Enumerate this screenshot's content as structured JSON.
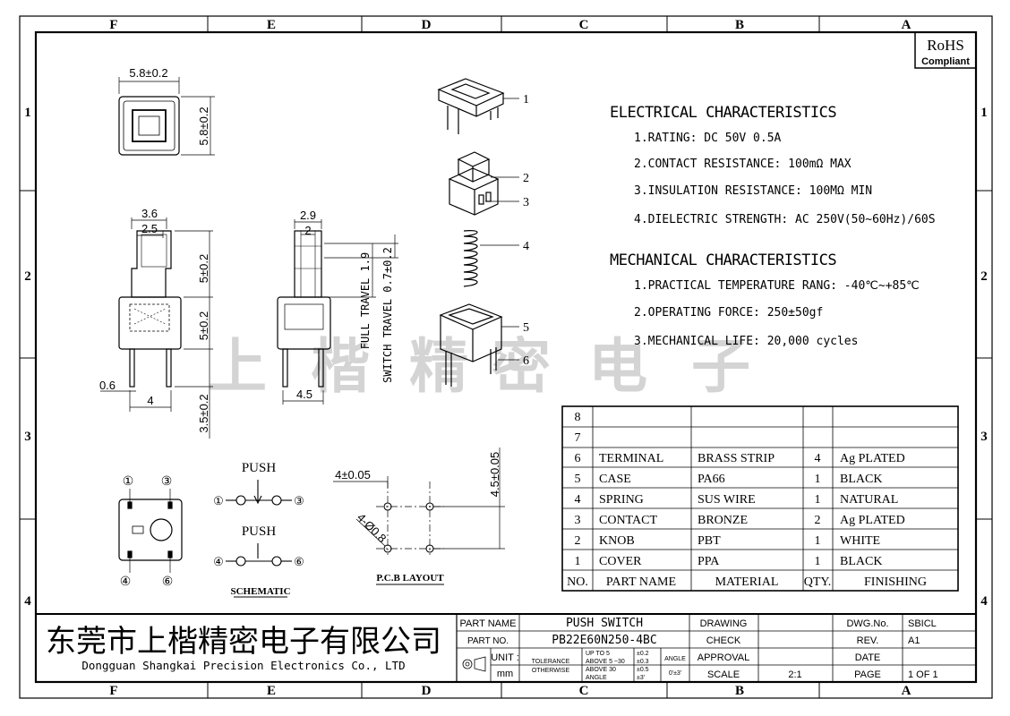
{
  "zones": {
    "columns": [
      "F",
      "E",
      "D",
      "C",
      "B",
      "A"
    ],
    "rows": [
      "1",
      "2",
      "3",
      "4"
    ]
  },
  "rohs": {
    "line1": "RoHS",
    "line2": "Compliant"
  },
  "watermark": [
    "上",
    "楷",
    "精",
    "密",
    "电",
    "子"
  ],
  "drawing": {
    "top_dims": {
      "width": "5.8±0.2",
      "height": "5.8±0.2"
    },
    "front_dims": {
      "outer": "3.6",
      "inner": "2.5",
      "upper": "5±0.2",
      "lower": "5±0.2",
      "pin_width": "0.6",
      "pin_spacing": "4",
      "pin_length": "3.5±0.2"
    },
    "side_dims": {
      "outer": "2.9",
      "inner": "2",
      "pin_spacing": "4.5",
      "full_travel": "FULL TRAVEL 1.9",
      "switch_travel": "SWITCH TRAVEL 0.7±0.2"
    },
    "part_numbers": [
      "1",
      "2",
      "3",
      "4",
      "5",
      "6"
    ],
    "schematic": {
      "push1": "PUSH",
      "push2": "PUSH",
      "pins": [
        "①",
        "③",
        "④",
        "⑥"
      ],
      "label": "SCHEMATIC"
    },
    "pcb": {
      "dim_x": "4±0.05",
      "dim_y": "4.5±0.05",
      "hole": "4-Ø0.8",
      "label": "P.C.B LAYOUT"
    }
  },
  "electrical": {
    "title": "ELECTRICAL CHARACTERISTICS",
    "items": [
      "1.RATING: DC 50V 0.5A",
      "2.CONTACT RESISTANCE: 100mΩ MAX",
      "3.INSULATION RESISTANCE: 100MΩ MIN",
      "4.DIELECTRIC STRENGTH: AC 250V(50~60Hz)/60S"
    ]
  },
  "mechanical": {
    "title": "MECHANICAL CHARACTERISTICS",
    "items": [
      "1.PRACTICAL TEMPERATURE RANG: -40℃~+85℃",
      "2.OPERATING FORCE: 250±50gf",
      "3.MECHANICAL LIFE: 20,000 cycles"
    ]
  },
  "bom": {
    "header": {
      "no": "NO.",
      "part": "PART NAME",
      "material": "MATERIAL",
      "qty": "QTY.",
      "finish": "FINISHING"
    },
    "rows": [
      {
        "no": "8",
        "part": "",
        "material": "",
        "qty": "",
        "finish": ""
      },
      {
        "no": "7",
        "part": "",
        "material": "",
        "qty": "",
        "finish": ""
      },
      {
        "no": "6",
        "part": "TERMINAL",
        "material": "BRASS STRIP",
        "qty": "4",
        "finish": "Ag PLATED"
      },
      {
        "no": "5",
        "part": "CASE",
        "material": "PA66",
        "qty": "1",
        "finish": "BLACK"
      },
      {
        "no": "4",
        "part": "SPRING",
        "material": "SUS WIRE",
        "qty": "1",
        "finish": "NATURAL"
      },
      {
        "no": "3",
        "part": "CONTACT",
        "material": "BRONZE",
        "qty": "2",
        "finish": "Ag PLATED"
      },
      {
        "no": "2",
        "part": "KNOB",
        "material": "PBT",
        "qty": "1",
        "finish": "WHITE"
      },
      {
        "no": "1",
        "part": "COVER",
        "material": "PPA",
        "qty": "1",
        "finish": "BLACK"
      }
    ]
  },
  "title_block": {
    "company_cn": "东莞市上楷精密电子有限公司",
    "company_en": "Dongguan Shangkai Precision Electronics Co., LTD",
    "part_name_label": "PART NAME",
    "part_name": "PUSH SWITCH",
    "part_no_label": "PART NO.",
    "part_no": "PB22E60N250-4BC",
    "unit_label": "UNIT :",
    "unit": "mm",
    "tolerance_label": "TOLERANCE",
    "otherwise_label": "OTHERWISE",
    "tol_row1": "UP TO 5",
    "tol_row2": "ABOVE 5 ~30",
    "tol_row3": "ABOVE 30",
    "tol_val1": "±0.2",
    "tol_val2": "±0.3",
    "tol_val3": "±0.5",
    "angle_label1": "ANGLE",
    "angle_label2": "ANGLE",
    "angle_val": "±3'",
    "angle_tol": "0'±3'",
    "drawing_label": "DRAWING",
    "check_label": "CHECK",
    "approval_label": "APPROVAL",
    "scale_label": "SCALE",
    "scale": "2:1",
    "dwg_label": "DWG.No.",
    "dwg": "SBICL",
    "rev_label": "REV.",
    "rev": "A1",
    "date_label": "DATE",
    "page_label": "PAGE",
    "page": "1 OF 1"
  }
}
